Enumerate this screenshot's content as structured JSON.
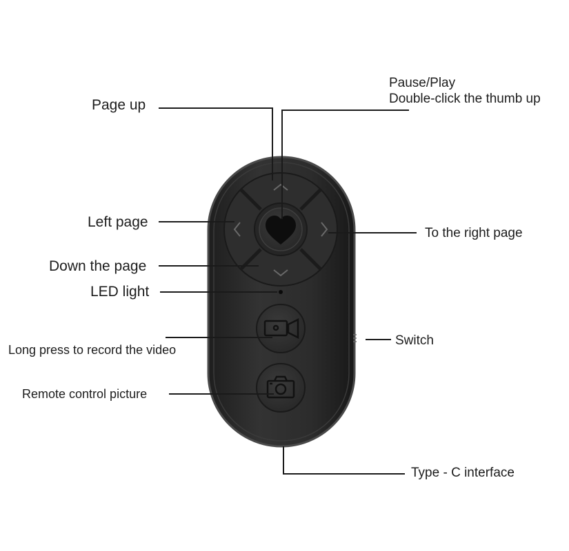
{
  "labels": {
    "page_up": "Page up",
    "pause_play": "Pause/Play",
    "double_click": "Double-click the thumb up",
    "left_page": "Left page",
    "right_page": "To the right page",
    "down_page": "Down the page",
    "led_light": "LED light",
    "record_video": "Long press to record the video",
    "switch": "Switch",
    "remote_picture": "Remote control picture",
    "type_c": "Type - C interface"
  },
  "icons": {
    "heart": "heart-icon",
    "camcorder": "video-camera-icon",
    "camera": "camera-icon",
    "arrow_up": "chevron-up-icon",
    "arrow_down": "chevron-down-icon",
    "arrow_left": "chevron-left-icon",
    "arrow_right": "chevron-right-icon"
  },
  "colors": {
    "body": "#2b2b2b",
    "body_edge": "#555555",
    "button": "#333333",
    "heart": "#0d0d0d",
    "leader": "#1a1a1a"
  }
}
